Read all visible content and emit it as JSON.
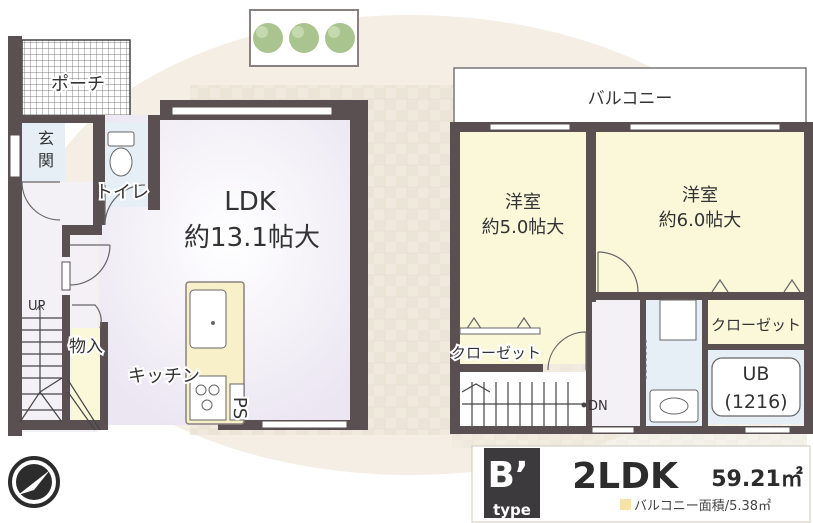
{
  "plan": {
    "rooms": {
      "porch": "ポーチ",
      "entrance_line1": "玄",
      "entrance_line2": "関",
      "toilet": "トイレ",
      "ldk_name": "LDK",
      "ldk_size": "約13.1帖大",
      "storage": "物入",
      "kitchen": "キッチン",
      "ps": "PS",
      "up": "UP",
      "balcony": "バルコニー",
      "western1_name": "洋室",
      "western1_size": "約5.0帖大",
      "western2_name": "洋室",
      "western2_size": "約6.0帖大",
      "closet_left": "クローゼット",
      "closet_right": "クローゼット",
      "ub_line1": "UB",
      "ub_line2": "(1216)",
      "down": "DN"
    },
    "info": {
      "type_letter": "B’",
      "type_label": "type",
      "layout": "2LDK",
      "area": "59.21㎡",
      "balcony_note": "バルコニー面積/5.38㎡"
    },
    "colors": {
      "wall": "#5a5052",
      "bg_beige": "#f3ede3",
      "ldk_floor": "#f0edf6",
      "room_yellow": "#fbf8da",
      "wet_blue": "#e6eef6",
      "type_badge": "#3c3a3d",
      "balcony_swatch": "#f7e3a8"
    },
    "icons": {
      "compass": "north-arrow-icon",
      "trees": "shrub-icon"
    }
  }
}
